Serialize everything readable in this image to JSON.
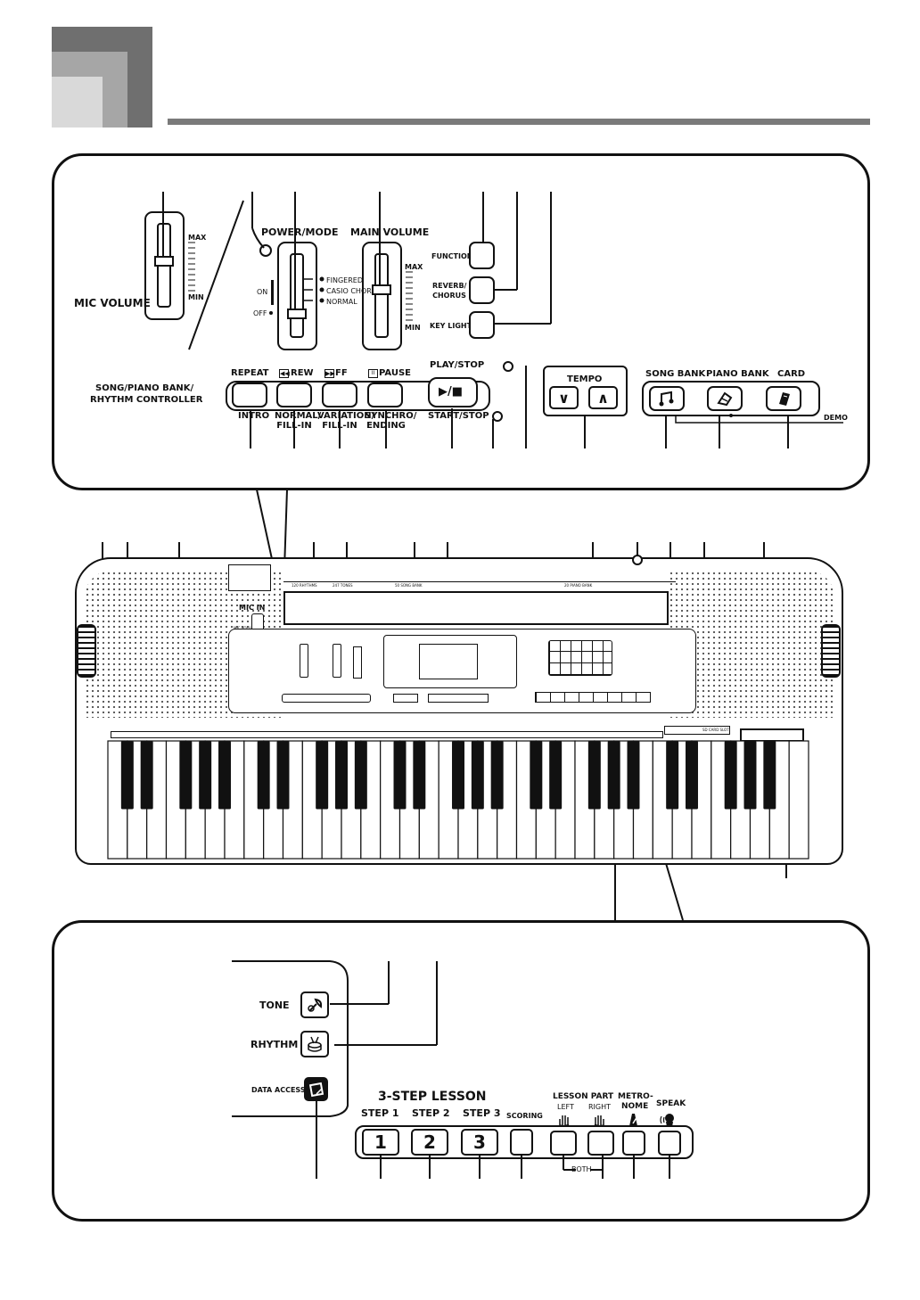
{
  "top_panel": {
    "mic_volume": {
      "title": "MIC VOLUME",
      "max": "MAX",
      "min": "MIN"
    },
    "power_mode": {
      "title": "POWER/MODE",
      "on": "ON",
      "off": "OFF",
      "modes": [
        "FINGERED",
        "CASIO CHORD",
        "NORMAL"
      ]
    },
    "main_volume": {
      "title": "MAIN VOLUME",
      "max": "MAX",
      "min": "MIN"
    },
    "function_buttons": [
      "FUNCTION",
      "REVERB/ CHORUS",
      "KEY LIGHT"
    ],
    "controller_title_1": "SONG/PIANO BANK/",
    "controller_title_2": "RHYTHM CONTROLLER",
    "transport_top": [
      "REPEAT",
      "REW",
      "FF",
      "PAUSE"
    ],
    "transport_bottom": [
      "INTRO",
      "NORMAL/ FILL-IN",
      "VARIATION/ FILL-IN",
      "SYNCHRO/ ENDING"
    ],
    "play_stop": "PLAY/STOP",
    "start_stop": "START/STOP",
    "play_symbol": "▶/■",
    "tempo": {
      "title": "TEMPO",
      "down": "∨",
      "up": "∧"
    },
    "bank_buttons": [
      "SONG BANK",
      "PIANO BANK",
      "CARD"
    ],
    "demo": "DEMO"
  },
  "keyboard": {
    "panel_labels": [
      "120 RHYTHMS",
      "247 TONES",
      "50 SONG BANK",
      "20 PIANO BANK"
    ],
    "mic_in": "MIC IN",
    "mic_volume": "MIC VOLUME",
    "sd_card_slot": "SD CARD SLOT",
    "white_key_count": 36
  },
  "bottom_panel": {
    "tone": "TONE",
    "rhythm": "RHYTHM",
    "data_access": "DATA ACCESS",
    "lesson_title": "3-STEP LESSON",
    "steps": [
      {
        "label": "STEP 1",
        "key": "1"
      },
      {
        "label": "STEP 2",
        "key": "2"
      },
      {
        "label": "STEP 3",
        "key": "3"
      }
    ],
    "scoring": "SCORING",
    "lesson_part": "LESSON PART",
    "left": "LEFT",
    "right": "RIGHT",
    "metronome_1": "METRO-",
    "metronome_2": "NOME",
    "speak": "SPEAK",
    "both": "BOTH"
  },
  "colors": {
    "ink": "#111111",
    "tab_dark": "#6f6f6f",
    "tab_mid": "#a6a6a6",
    "tab_light": "#d9d9d9",
    "rule": "#7a7a7a"
  }
}
